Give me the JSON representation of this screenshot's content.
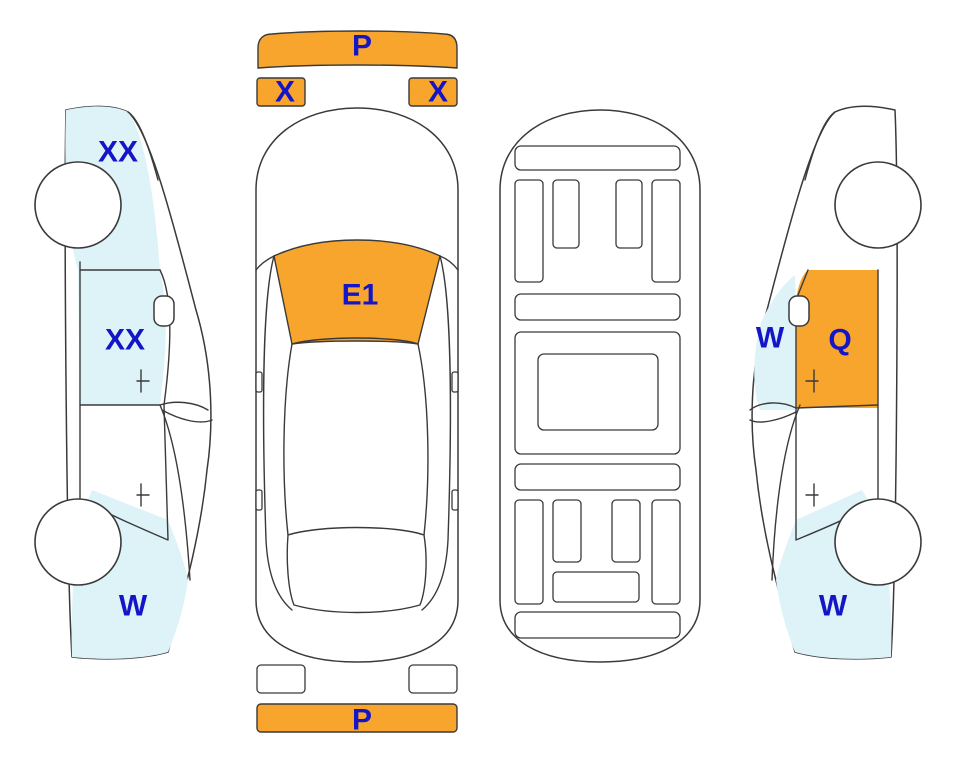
{
  "colors": {
    "damage_orange": "#F8A52E",
    "light_blue": "#DDF3F8",
    "label_blue": "#1515C8",
    "outline": "#3a3a3a"
  },
  "labels": {
    "front_bumper": "P",
    "front_left_light": "X",
    "front_right_light": "X",
    "left_rear_fender": "XX",
    "left_rear_door": "XX",
    "left_front_fender": "W",
    "hood": "E1",
    "right_door_glass": "W",
    "right_rear_door": "Q",
    "right_front_fender": "W",
    "rear_bumper": "P"
  }
}
